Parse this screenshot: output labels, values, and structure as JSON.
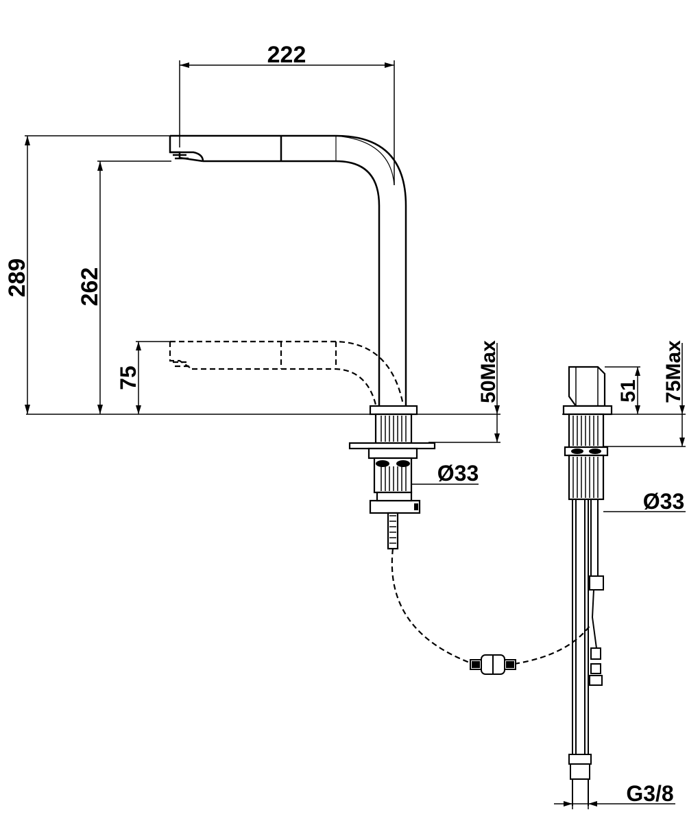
{
  "drawing": {
    "line_color": "#000000",
    "background": "#ffffff",
    "dimensions": {
      "spout_reach": "222",
      "total_height": "289",
      "outlet_height": "262",
      "pulled_down_height": "75",
      "max_deck_thickness_tap": "50Max",
      "side_body_height": "51",
      "max_deck_thickness_side": "75Max",
      "hole_diameter_tap": "Ø33",
      "hole_diameter_side": "Ø33",
      "connection_thread": "G3/8"
    }
  }
}
